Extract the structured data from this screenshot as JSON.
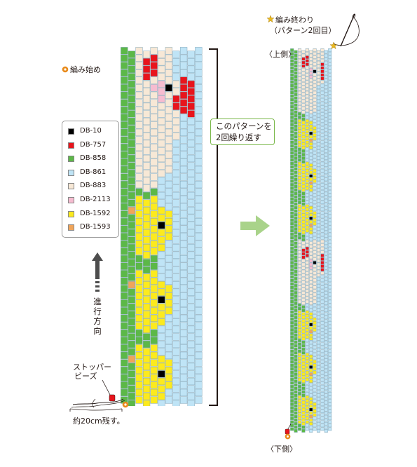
{
  "labels": {
    "start": "編み始め",
    "end_line1": "編み終わり",
    "end_line2": "（パターン2回目）",
    "top_side": "〈上側〉",
    "bottom_side": "〈下側〉",
    "repeat_line1": "このパターンを",
    "repeat_line2": "2回繰り返す",
    "direction_char1": "進",
    "direction_char2": "行",
    "direction_char3": "方",
    "direction_char4": "向",
    "stopper_line1": "ストッパー",
    "stopper_line2": "ビーズ",
    "thread_note": "約20cm残す。"
  },
  "legend": [
    {
      "code": "DB-10",
      "color": "#000000"
    },
    {
      "code": "DB-757",
      "color": "#e8141c"
    },
    {
      "code": "DB-858",
      "color": "#5cb848"
    },
    {
      "code": "DB-861",
      "color": "#bfe4f6"
    },
    {
      "code": "DB-883",
      "color": "#f7e8d6"
    },
    {
      "code": "DB-2113",
      "color": "#f6bcd0"
    },
    {
      "code": "DB-1592",
      "color": "#fcea1e"
    },
    {
      "code": "DB-1593",
      "color": "#f0a55a"
    }
  ],
  "colors": {
    "arrow_green": "#a9d38a",
    "star_orange": "#e88a1a",
    "bead_outline": "#7aa0b4"
  },
  "icons": {
    "start_marker": "flower-star-icon",
    "end_marker": "star-icon",
    "direction": "arrow-up-icon",
    "flow": "arrow-right-icon",
    "needle": "needle-icon",
    "stopper": "stopper-bead-icon"
  }
}
